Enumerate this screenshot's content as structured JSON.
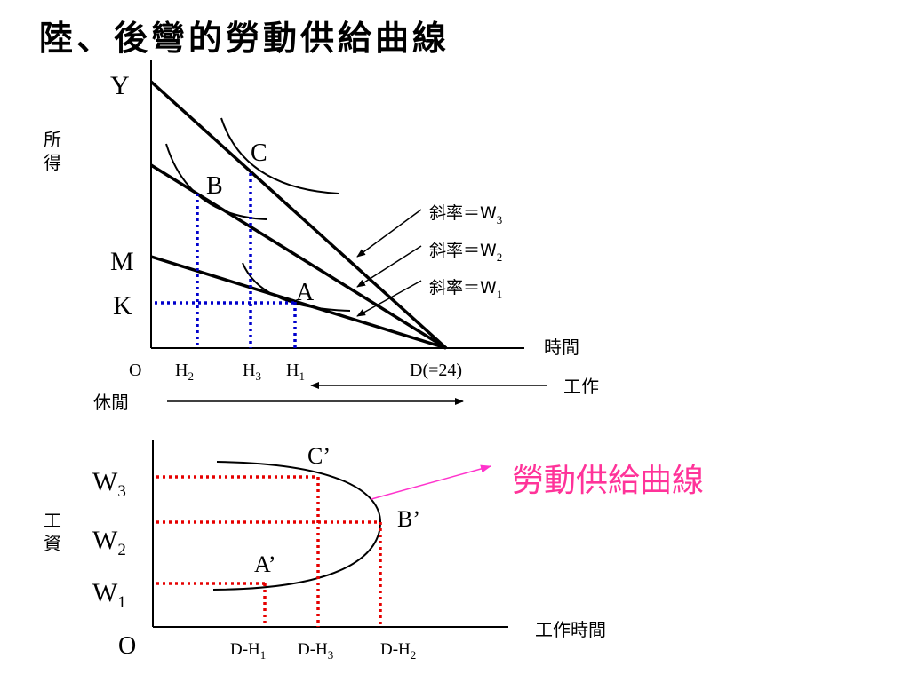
{
  "title": "陸、後彎的勞動供給曲線",
  "top_diagram": {
    "y_axis_label_chars": [
      "所",
      "得"
    ],
    "y_labels": {
      "y": "Y",
      "m": "M",
      "k": "K"
    },
    "points": {
      "c": "C",
      "b": "B",
      "a": "A"
    },
    "slopes": [
      {
        "text": "斜率＝W",
        "sub": "3"
      },
      {
        "text": "斜率＝W",
        "sub": "2"
      },
      {
        "text": "斜率＝W",
        "sub": "1"
      }
    ],
    "x_axis_label": "時間",
    "x_ticks": {
      "o": "O",
      "h2": {
        "base": "H",
        "sub": "2"
      },
      "h3": {
        "base": "H",
        "sub": "3"
      },
      "h1": {
        "base": "H",
        "sub": "1"
      },
      "d": "D(=24)"
    },
    "work_label": "工作",
    "leisure_label": "休閒"
  },
  "bottom_diagram": {
    "y_axis_label_chars": [
      "工",
      "資"
    ],
    "w_labels": [
      {
        "base": "W",
        "sub": "3"
      },
      {
        "base": "W",
        "sub": "2"
      },
      {
        "base": "W",
        "sub": "1"
      }
    ],
    "points": {
      "c": "C’",
      "b": "B’",
      "a": "A’"
    },
    "curve_label": "勞動供給曲線",
    "curve_label_color": "#ff3399",
    "x_axis_label": "工作時間",
    "origin": "O",
    "x_ticks": [
      {
        "base": "D-H",
        "sub": "1"
      },
      {
        "base": "D-H",
        "sub": "3"
      },
      {
        "base": "D-H",
        "sub": "2"
      }
    ]
  },
  "colors": {
    "guide_blue": "#0000cc",
    "guide_red": "#e60000",
    "pointer_magenta": "#ff33cc"
  }
}
